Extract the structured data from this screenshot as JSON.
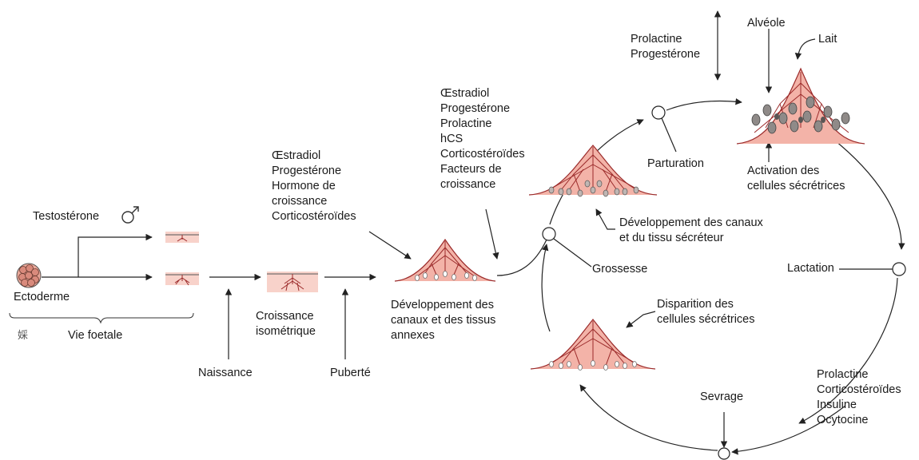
{
  "colors": {
    "tissue_fill": "#f3b3a8",
    "tissue_light": "#f8d2ca",
    "duct": "#9b2a2a",
    "line": "#222222"
  },
  "symbols": {
    "male": "male-symbol-icon",
    "stamp_glyph": "婇"
  },
  "labels": {
    "testosterone": "Testostérone",
    "ectoderme": "Ectoderme",
    "vie_foetale": "Vie foetale",
    "naissance": "Naissance",
    "croissance_iso": "Croissance\nisométrique",
    "puberte": "Puberté",
    "hormones_puberte": "Œstradiol\nProgestérone\nHormone de\ncroissance\nCorticostéroïdes",
    "dev_canaux_tissus": "Développement des\ncanaux et des tissus\nannexes",
    "hormones_grossesse": "Œstradiol\nProgestérone\nProlactine\nhCS\nCorticostéroïdes\nFacteurs de\ncroissance",
    "grossesse": "Grossesse",
    "dev_canaux_secreteur": "Développement des canaux\net du tissu sécréteur",
    "parturation": "Parturation",
    "prolactine_progesterone": "Prolactine\nProgestérone",
    "alveole": "Alvéole",
    "lait": "Lait",
    "activation": "Activation des\ncellules sécrétrices",
    "lactation": "Lactation",
    "hormones_lactation": "Prolactine\nCorticostéroïdes\nInsuline\nOcytocine",
    "sevrage": "Sevrage",
    "disparition": "Disparition des\ncellules sécrétrices"
  }
}
